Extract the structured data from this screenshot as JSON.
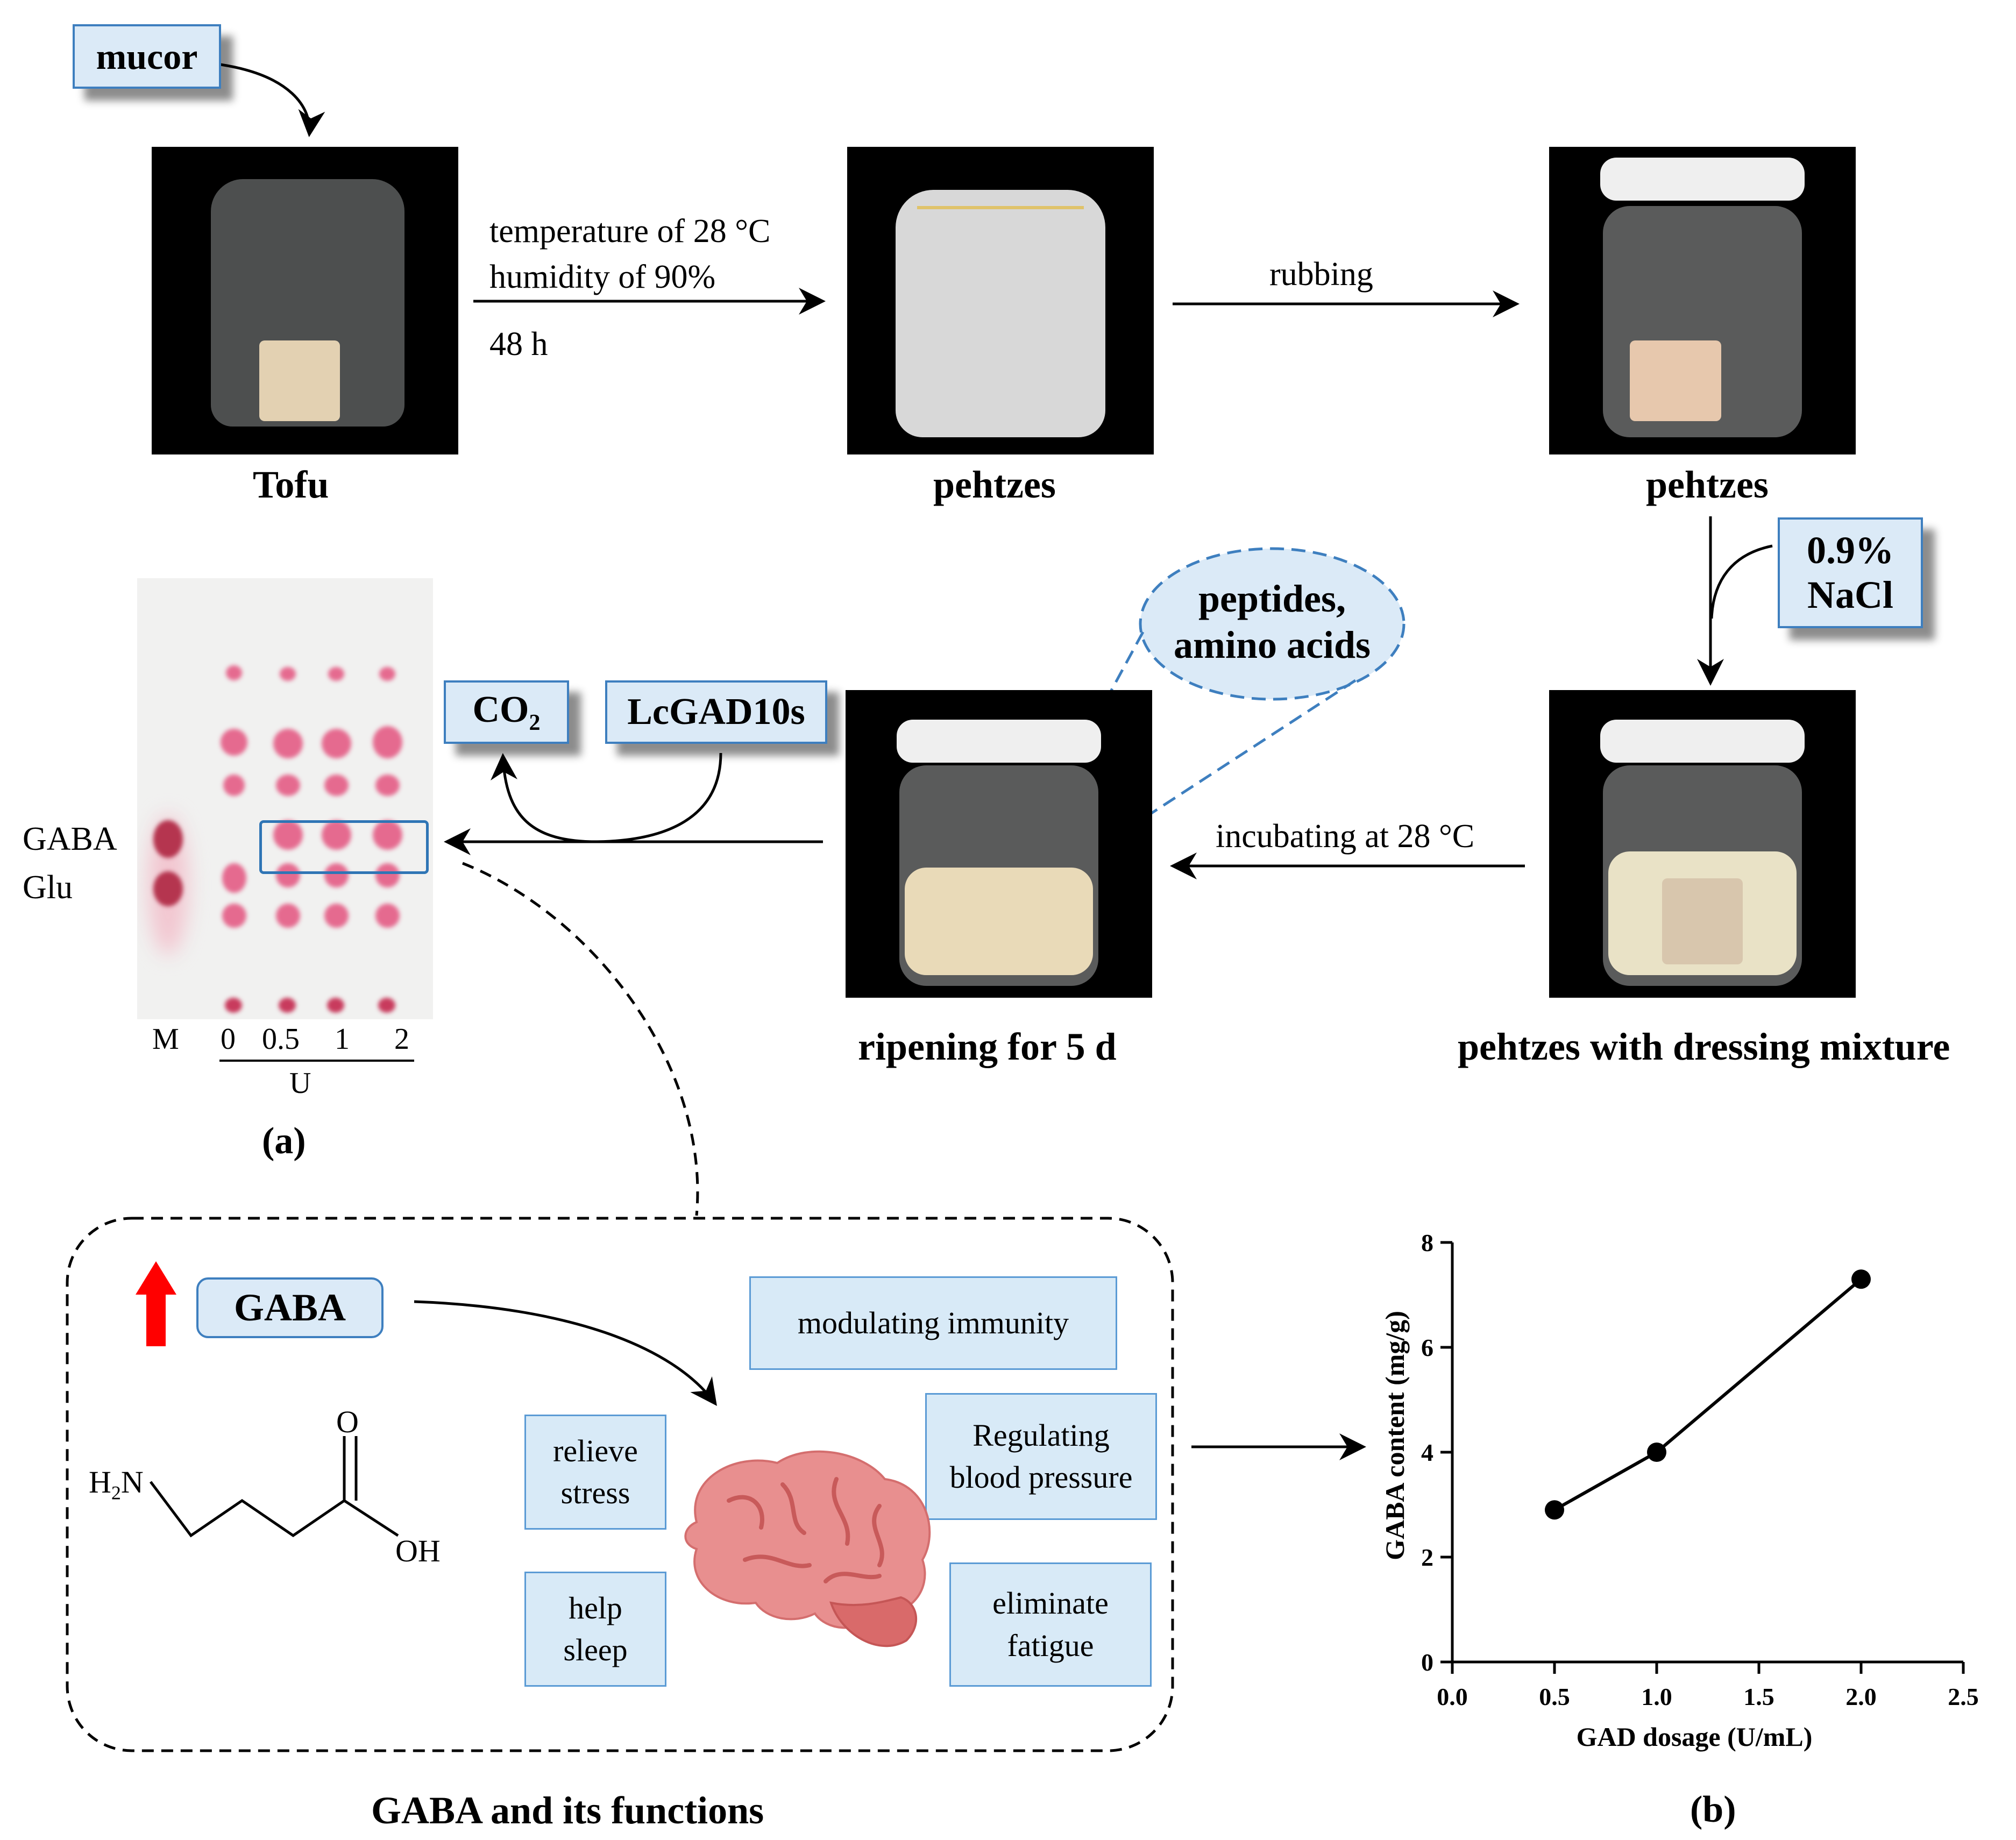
{
  "mucor": "mucor",
  "tofu": "Tofu",
  "pehtzes_1": "pehtzes",
  "pehtzes_2": "pehtzes",
  "cond_temp": "temperature of 28 °C",
  "cond_humidity": "humidity of 90%",
  "cond_time": "48 h",
  "rubbing": "rubbing",
  "nacl_1": "0.9%",
  "nacl_2": "NaCl",
  "pehtzes_dressing": "pehtzes with dressing mixture",
  "incubating": "incubating at 28 °C",
  "ripening": "ripening for 5 d",
  "peptides_1": "peptides,",
  "peptides_2": "amino acids",
  "co2_base": "CO",
  "co2_sub": "2",
  "lcgad": "LcGAD10s",
  "tlc": {
    "gaba": "GABA",
    "glu": "Glu",
    "lanes": [
      "M",
      "0",
      "0.5",
      "1",
      "2"
    ],
    "unit": "U",
    "panel": "(a)"
  },
  "functions": {
    "title": "GABA and its functions",
    "gaba": "GABA",
    "items": [
      "modulating immunity",
      "relieve stress",
      "Regulating blood pressure",
      "help sleep",
      "eliminate fatigue"
    ],
    "formula": {
      "h": "H",
      "sub": "2",
      "n": "N",
      "o": "O",
      "oh": "OH"
    }
  },
  "chart_data": {
    "type": "line",
    "title": "",
    "xlabel": "GAD dosage (U/mL)",
    "ylabel": "GABA content (mg/g)",
    "xlim": [
      0.0,
      2.5
    ],
    "ylim": [
      0,
      8
    ],
    "xticks": [
      "0.0",
      "0.5",
      "1.0",
      "1.5",
      "2.0",
      "2.5"
    ],
    "yticks": [
      "0",
      "2",
      "4",
      "6",
      "8"
    ],
    "x": [
      0.5,
      1.0,
      2.0
    ],
    "y": [
      2.9,
      4.0,
      7.3
    ],
    "panel": "(b)",
    "grid": false
  },
  "colors": {
    "box_fill": "#dbeaf7",
    "box_border": "#3e7fbf",
    "spot": "#e56a8f",
    "arrow_red": "#ff0000",
    "brain": "#e88f8f"
  }
}
